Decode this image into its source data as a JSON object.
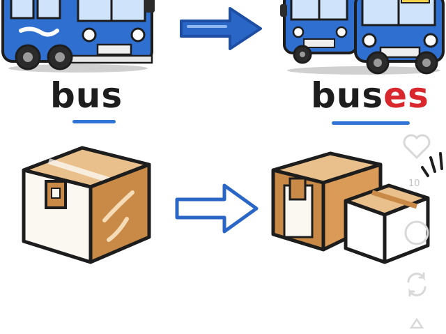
{
  "words": {
    "singular": "bus",
    "plural_stem": "bus",
    "plural_suffix": "es"
  },
  "side_rail": {
    "count": "10"
  },
  "icons": {
    "bus": "bus-icon",
    "buses": "two-buses-icon",
    "arrow_filled": "arrow-right-filled-icon",
    "arrow_outline": "arrow-right-outline-icon",
    "box": "cardboard-box-icon",
    "boxes": "two-boxes-icon",
    "like": "heart-icon",
    "comment": "comment-icon",
    "repost": "repost-icon",
    "share": "share-icon"
  },
  "colors": {
    "bus_blue": "#2f6fd0",
    "arrow_blue": "#2a66c6",
    "suffix_red": "#d9272e",
    "underline_blue": "#2f74d6",
    "box_brown": "#c98a47",
    "ink": "#1d1d1d"
  }
}
